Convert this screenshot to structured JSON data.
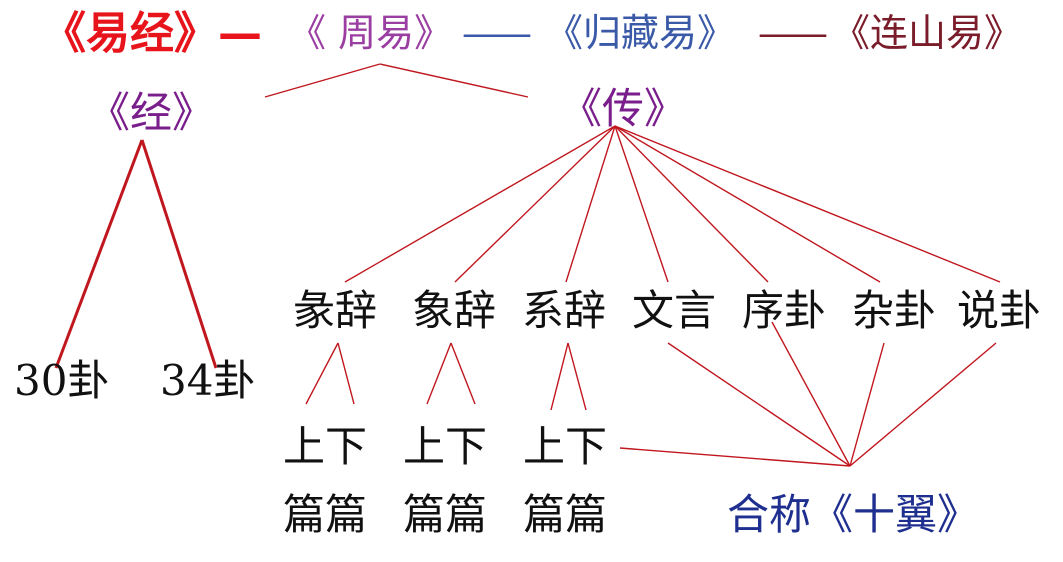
{
  "title_row": {
    "main": "《易经》—",
    "zhouyi": "《 周易》",
    "dash1": "——",
    "guicang": "《归藏易》",
    "dash2": "——",
    "lianshan": "《连山易》"
  },
  "level2": {
    "jing": "《经》",
    "zhuan": "《传》"
  },
  "jing_children": [
    "30卦",
    "34卦"
  ],
  "zhuan_children": [
    "彖辞",
    "象辞",
    "系辞",
    "文言",
    "序卦",
    "杂卦",
    "说卦"
  ],
  "sub_top": [
    "上下",
    "上下",
    "上下"
  ],
  "sub_bottom": [
    "篇篇",
    "篇篇",
    "篇篇"
  ],
  "summary": "合称《十翼》",
  "colors": {
    "line": "#b5121b",
    "main_title": "#e8141c"
  }
}
